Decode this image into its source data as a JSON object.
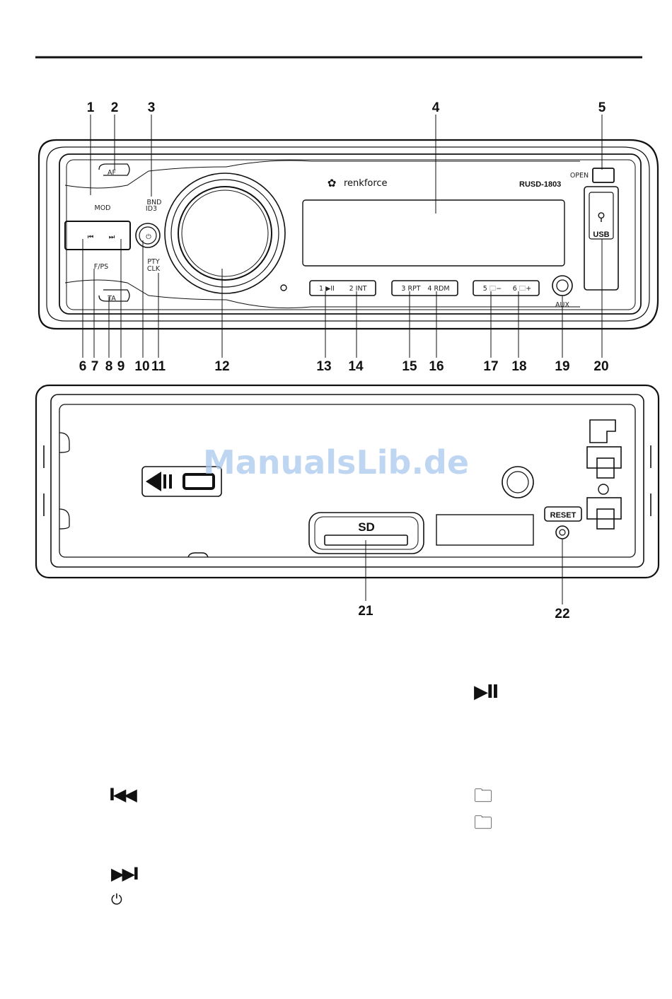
{
  "callouts_front": [
    "1",
    "2",
    "3",
    "4",
    "5",
    "6",
    "7",
    "8",
    "9",
    "10",
    "11",
    "12",
    "13",
    "14",
    "15",
    "16",
    "17",
    "18",
    "19",
    "20"
  ],
  "callouts_back": [
    "21",
    "22"
  ],
  "front_panel": {
    "brand": "renkforce",
    "model": "RUSD-1803",
    "open_label": "OPEN",
    "af": "AF",
    "mod": "MOD",
    "bnd": "BND",
    "id3": "ID3",
    "fps": "F/PS",
    "ta": "TA",
    "pty": "PTY",
    "clk": "CLK",
    "prev_symbol": "⏮",
    "next_symbol": "⏭",
    "power_symbol": "⏻",
    "presets": [
      {
        "left": "1 ▶II",
        "right": "2 INT"
      },
      {
        "left": "3 RPT",
        "right": "4 RDM"
      },
      {
        "left": "5 🗀−",
        "right": "6 🗀+"
      }
    ],
    "aux": "AUX",
    "usb": "USB"
  },
  "back_panel": {
    "sd": "SD",
    "reset": "RESET"
  },
  "watermark": "ManualsLib.de",
  "legend_symbols": {
    "play_pause": "▶II",
    "previous": "I◀◀",
    "next": "▶▶I",
    "power": "⏻",
    "folder_1": "🗀",
    "folder_2": "🗀"
  }
}
